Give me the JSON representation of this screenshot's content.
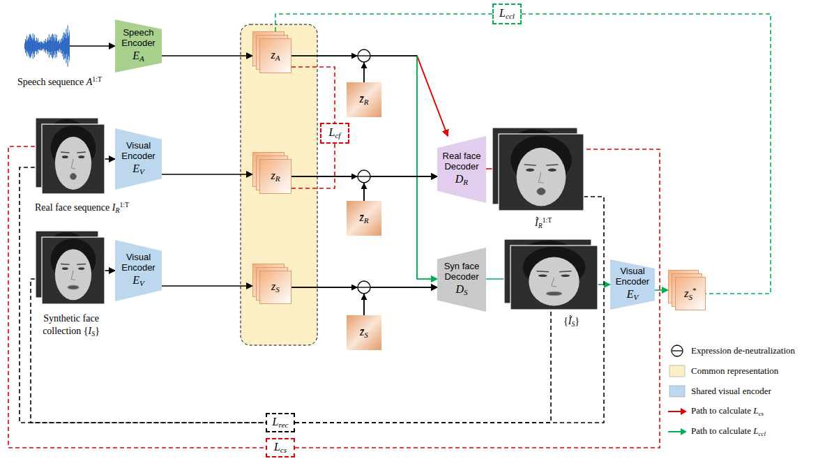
{
  "diagram": {
    "nodes": [
      {
        "text": [
          "Speech sequence A1:T"
        ]
      },
      {
        "text": [
          "Speech Encoder",
          "EA"
        ]
      },
      {
        "text": [
          "Real face sequence IR1:T"
        ]
      },
      {
        "text": [
          "Visual Encoder",
          "EV"
        ]
      },
      {
        "text": [
          "Synthetic face collection {IS}"
        ]
      },
      {
        "text": [
          "Visual Encoder",
          "EV"
        ]
      },
      {
        "text": [
          "zA"
        ]
      },
      {
        "text": [
          "zR"
        ]
      },
      {
        "text": [
          "zS"
        ]
      },
      {
        "text": [
          "z̄R"
        ]
      },
      {
        "text": [
          "z̄R"
        ]
      },
      {
        "text": [
          "z̄S"
        ]
      },
      {
        "text": [
          "Lcf"
        ]
      },
      {
        "text": [
          "Real face Decoder",
          "DR"
        ]
      },
      {
        "text": [
          "Syn face Decoder",
          "DS"
        ]
      },
      {
        "text": [
          "ĨR1:T"
        ]
      },
      {
        "text": [
          "{ĨS}"
        ]
      },
      {
        "text": [
          "Visual Encoder",
          "EV"
        ]
      },
      {
        "text": [
          "zS*"
        ]
      },
      {
        "text": [
          "Lccl"
        ]
      },
      {
        "text": [
          "Lrec"
        ]
      },
      {
        "text": [
          "Lcs"
        ]
      }
    ],
    "edges": [
      {
        "from": 0,
        "to": 1,
        "arrow": "to"
      },
      {
        "from": 2,
        "to": 3,
        "arrow": "to"
      },
      {
        "from": 4,
        "to": 5,
        "arrow": "to"
      },
      {
        "from": 1,
        "to": 6,
        "arrow": "to"
      },
      {
        "from": 3,
        "to": 7,
        "arrow": "to"
      },
      {
        "from": 5,
        "to": 8,
        "arrow": "to"
      },
      {
        "from": 6,
        "to": 13,
        "arrow": "to"
      },
      {
        "from": 6,
        "to": 14,
        "arrow": "to"
      },
      {
        "from": 9,
        "to": 13,
        "arrow": "to"
      },
      {
        "from": 9,
        "to": 14,
        "arrow": "to"
      },
      {
        "from": 7,
        "to": 13,
        "arrow": "to"
      },
      {
        "from": 10,
        "to": 13,
        "arrow": "to"
      },
      {
        "from": 8,
        "to": 14,
        "arrow": "to"
      },
      {
        "from": 11,
        "to": 14,
        "arrow": "to"
      },
      {
        "from": 13,
        "to": 15,
        "arrow": "to"
      },
      {
        "from": 14,
        "to": 16,
        "arrow": "to"
      },
      {
        "from": 16,
        "to": 17,
        "arrow": "to"
      },
      {
        "from": 17,
        "to": 18,
        "arrow": "to"
      },
      {
        "from": 6,
        "to": 12,
        "arrow": "none"
      },
      {
        "from": 7,
        "to": 12,
        "arrow": "none"
      },
      {
        "from": 6,
        "to": 19,
        "arrow": "none"
      },
      {
        "from": 19,
        "to": 18,
        "arrow": "none"
      },
      {
        "from": 2,
        "to": 20,
        "arrow": "none"
      },
      {
        "from": 4,
        "to": 20,
        "arrow": "none"
      },
      {
        "from": 20,
        "to": 15,
        "arrow": "none"
      },
      {
        "from": 20,
        "to": 16,
        "arrow": "none"
      },
      {
        "from": 2,
        "to": 21,
        "arrow": "none"
      },
      {
        "from": 21,
        "to": 15,
        "arrow": "none"
      }
    ],
    "legend": [
      {
        "text": "Expression de-neutralization"
      },
      {
        "text": "Common representation",
        "color": "#fdf0c6"
      },
      {
        "text": "Shared visual encoder",
        "color": "#bdd7ee"
      },
      {
        "text": "Path to calculate Lcs"
      },
      {
        "text": "Path to calculate Lccl"
      }
    ]
  }
}
